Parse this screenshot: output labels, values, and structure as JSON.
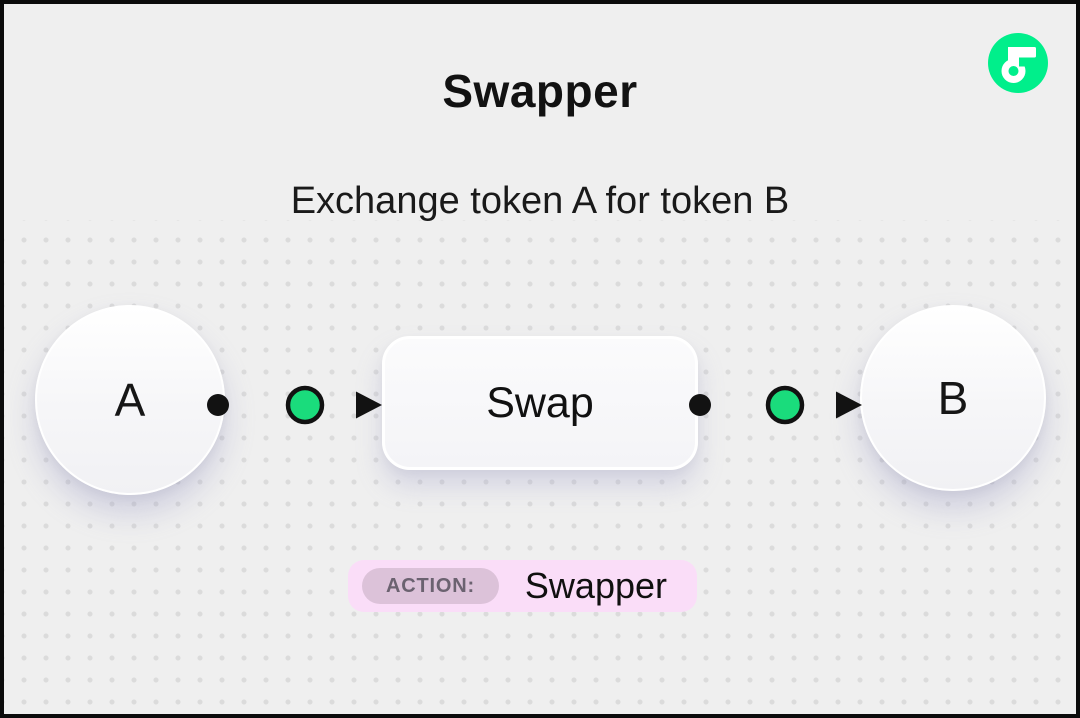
{
  "header": {
    "title": "Swapper",
    "subtitle": "Exchange token A for token B"
  },
  "diagram": {
    "token_a_label": "A",
    "token_b_label": "B",
    "swap_label": "Swap"
  },
  "badge": {
    "label": "ACTION:",
    "value": "Swapper"
  },
  "icons": {
    "logo": "flow-logo"
  },
  "colors": {
    "background": "#EFEFEF",
    "frame_border": "#0B0B0B",
    "logo_green": "#00EF8B",
    "connector_green": "#1ADC7C",
    "connector_black": "#121212",
    "badge_background": "#FADDF8",
    "badge_label_background": "#DCC2D9",
    "badge_label_text": "#6B6270",
    "dot_color": "#DBDBDB"
  }
}
